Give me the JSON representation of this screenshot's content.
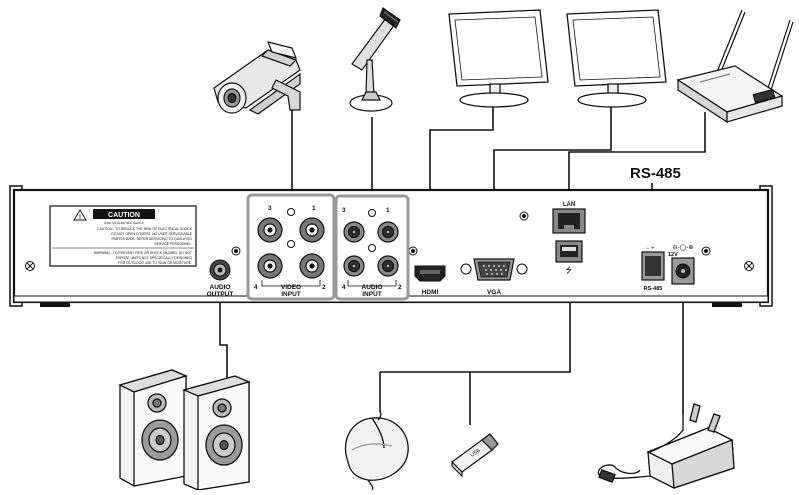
{
  "labels": {
    "rs485_title": "RS-485",
    "caution_title": "CAUTION",
    "caution_sub": "RISK OF ELECTRIC SHOCK",
    "caution_line1": "CAUTION : TO REDUCE THE RISK OF ELECTRICAL SHOCK",
    "caution_line2": "DO NOT OPEN COVERS. NO USER SERVICEABLE",
    "caution_line3": "PARTS INSIDE. REFER SERVICING TO QUALIFIED",
    "caution_line4": "SERVICE PERSONNEL.",
    "warning_line1": "WARNING : TO PREVENT FIRE OR SHOCK HAZARD, DO NOT",
    "warning_line2": "EXPOSE UNITS NOT SPECIFICALLY DESIGNED",
    "warning_line3": "FOR OUTDOOR USE TO RAIN OR MOISTURE.",
    "audio_output_1": "AUDIO",
    "audio_output_2": "OUTPUT",
    "video_input_1": "VIDEO",
    "video_input_2": "INPUT",
    "audio_input_1": "AUDIO",
    "audio_input_2": "INPUT",
    "hdmi": "HDMI",
    "vga": "VGA",
    "lan": "LAN",
    "usb_symbol": "⭍",
    "rs485_port": "RS-485",
    "power": "12V",
    "usb_stick": "USB",
    "ch_1": "1",
    "ch_2": "2",
    "ch_3": "3",
    "ch_4": "4"
  },
  "colors": {
    "line": "#111111",
    "panel": "#ffffff",
    "port_fill": "#7a7a7a",
    "port_dark": "#2a2a2a",
    "group_border": "#9a9a9a",
    "device_light": "#e6e6e6",
    "device_mid": "#bdbdbd"
  },
  "icons": [
    "camera-icon",
    "microphone-icon",
    "monitor-icon",
    "router-icon",
    "speaker-icon",
    "mouse-icon",
    "usb-stick-icon",
    "power-adapter-icon"
  ]
}
